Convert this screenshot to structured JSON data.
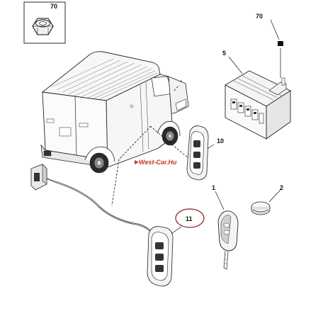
{
  "diagram": {
    "callouts": {
      "inset_70": "70",
      "relay_70": "70",
      "relay_5": "5",
      "switch_10": "10",
      "key_1": "1",
      "battery_2": "2",
      "switch_11": "11"
    },
    "watermark": "West-Car.Hu",
    "colors": {
      "ink": "#111111",
      "highlight_circle": "#8b1a1a",
      "watermark": "#c0392b"
    }
  }
}
